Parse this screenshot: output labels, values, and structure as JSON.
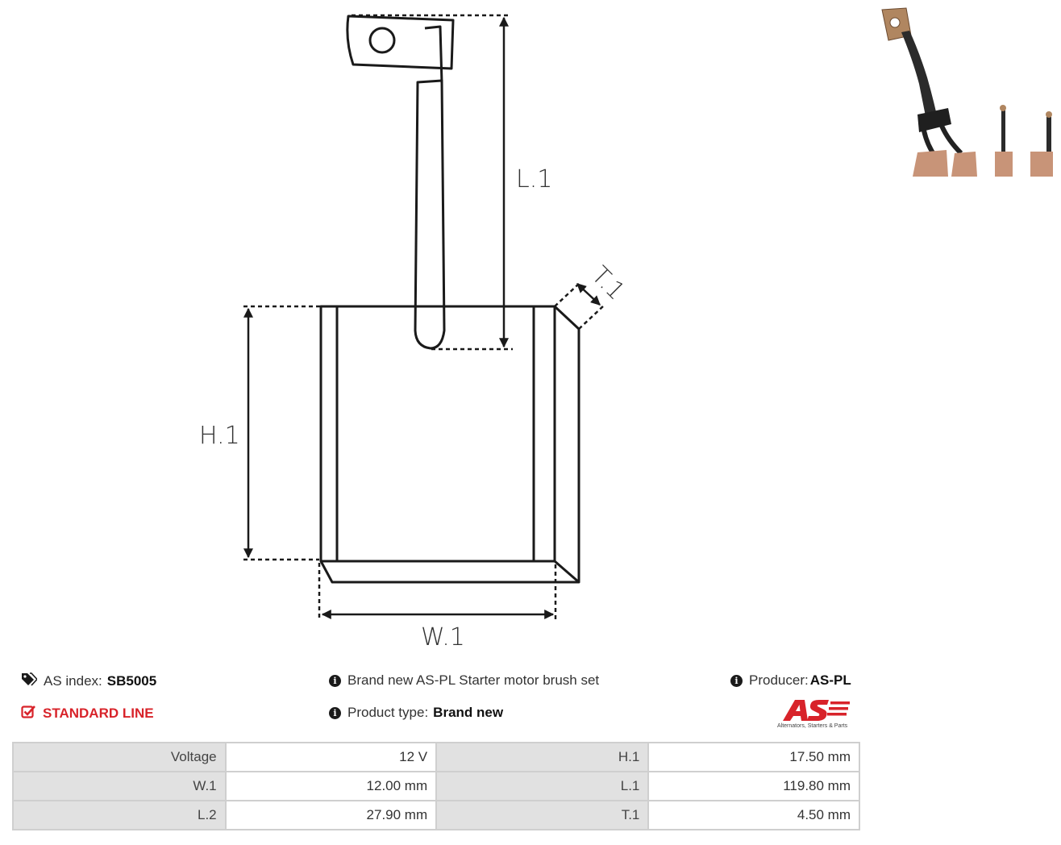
{
  "drawing": {
    "dimension_labels": {
      "l1": "L.1",
      "h1": "H.1",
      "w1": "W.1",
      "t1": "T.1"
    }
  },
  "photo": {
    "icon": "product-photo"
  },
  "info": {
    "as_index_label": "AS index:",
    "as_index_value": "SB5005",
    "line_badge": "STANDARD LINE",
    "description": "Brand new AS-PL Starter motor brush set",
    "product_type_label": "Product type:",
    "product_type_value": "Brand new",
    "producer_label": "Producer:",
    "producer_value": "AS-PL",
    "info_icon_glyph": "i"
  },
  "logo": {
    "mark": "AS",
    "tagline": "Alternators, Starters & Parts"
  },
  "colors": {
    "accent": "#d8232a",
    "table_key_bg": "#e1e1e1",
    "table_border": "#cfcfcf"
  },
  "specs": [
    {
      "k1": "Voltage",
      "v1": "12 V",
      "k2": "H.1",
      "v2": "17.50 mm"
    },
    {
      "k1": "W.1",
      "v1": "12.00 mm",
      "k2": "L.1",
      "v2": "119.80 mm"
    },
    {
      "k1": "L.2",
      "v1": "27.90 mm",
      "k2": "T.1",
      "v2": "4.50 mm"
    }
  ]
}
